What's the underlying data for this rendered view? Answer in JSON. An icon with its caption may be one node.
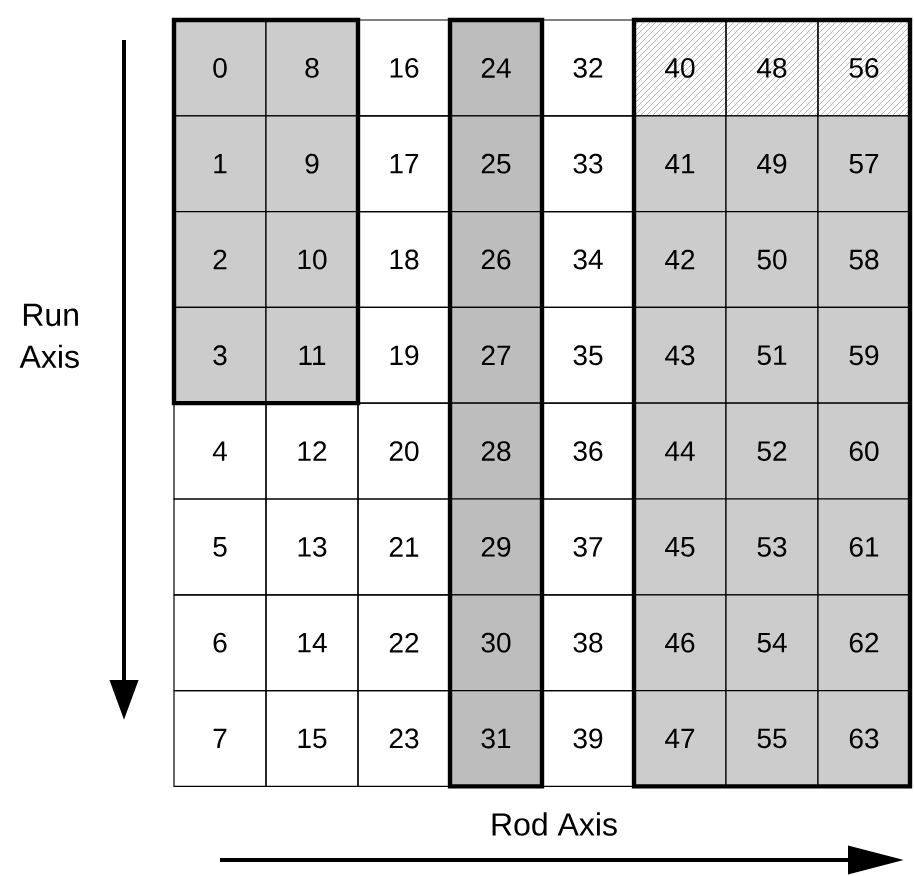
{
  "diagram": {
    "nodes": [
      {
        "text": [],
        "shape": "box"
      },
      {
        "text": [],
        "shape": "box"
      },
      {
        "text": [],
        "shape": "box"
      },
      {
        "text": [
          "0"
        ],
        "in": 0
      },
      {
        "text": [
          "8"
        ],
        "in": 0
      },
      {
        "text": [
          "16"
        ]
      },
      {
        "text": [
          "24"
        ],
        "in": 1
      },
      {
        "text": [
          "32"
        ]
      },
      {
        "text": [
          "40"
        ],
        "in": 2
      },
      {
        "text": [
          "48"
        ],
        "in": 2
      },
      {
        "text": [
          "56"
        ],
        "in": 2
      },
      {
        "text": [
          "1"
        ],
        "in": 0
      },
      {
        "text": [
          "9"
        ],
        "in": 0
      },
      {
        "text": [
          "17"
        ]
      },
      {
        "text": [
          "25"
        ],
        "in": 1
      },
      {
        "text": [
          "33"
        ]
      },
      {
        "text": [
          "41"
        ],
        "in": 2
      },
      {
        "text": [
          "49"
        ],
        "in": 2
      },
      {
        "text": [
          "57"
        ],
        "in": 2
      },
      {
        "text": [
          "2"
        ],
        "in": 0
      },
      {
        "text": [
          "10"
        ],
        "in": 0
      },
      {
        "text": [
          "18"
        ]
      },
      {
        "text": [
          "26"
        ],
        "in": 1
      },
      {
        "text": [
          "34"
        ]
      },
      {
        "text": [
          "42"
        ],
        "in": 2
      },
      {
        "text": [
          "50"
        ],
        "in": 2
      },
      {
        "text": [
          "58"
        ],
        "in": 2
      },
      {
        "text": [
          "3"
        ],
        "in": 0
      },
      {
        "text": [
          "11"
        ],
        "in": 0
      },
      {
        "text": [
          "19"
        ]
      },
      {
        "text": [
          "27"
        ],
        "in": 1
      },
      {
        "text": [
          "35"
        ]
      },
      {
        "text": [
          "43"
        ],
        "in": 2
      },
      {
        "text": [
          "51"
        ],
        "in": 2
      },
      {
        "text": [
          "59"
        ],
        "in": 2
      },
      {
        "text": [
          "4"
        ]
      },
      {
        "text": [
          "12"
        ]
      },
      {
        "text": [
          "20"
        ]
      },
      {
        "text": [
          "28"
        ],
        "in": 1
      },
      {
        "text": [
          "36"
        ]
      },
      {
        "text": [
          "44"
        ],
        "in": 2
      },
      {
        "text": [
          "52"
        ],
        "in": 2
      },
      {
        "text": [
          "60"
        ],
        "in": 2
      },
      {
        "text": [
          "5"
        ]
      },
      {
        "text": [
          "13"
        ]
      },
      {
        "text": [
          "21"
        ]
      },
      {
        "text": [
          "29"
        ],
        "in": 1
      },
      {
        "text": [
          "37"
        ]
      },
      {
        "text": [
          "45"
        ],
        "in": 2
      },
      {
        "text": [
          "53"
        ],
        "in": 2
      },
      {
        "text": [
          "61"
        ],
        "in": 2
      },
      {
        "text": [
          "6"
        ]
      },
      {
        "text": [
          "14"
        ]
      },
      {
        "text": [
          "22"
        ]
      },
      {
        "text": [
          "30"
        ],
        "in": 1
      },
      {
        "text": [
          "38"
        ]
      },
      {
        "text": [
          "46"
        ],
        "in": 2
      },
      {
        "text": [
          "54"
        ],
        "in": 2
      },
      {
        "text": [
          "62"
        ],
        "in": 2
      },
      {
        "text": [
          "7"
        ]
      },
      {
        "text": [
          "15"
        ]
      },
      {
        "text": [
          "23"
        ]
      },
      {
        "text": [
          "31"
        ],
        "in": 1
      },
      {
        "text": [
          "39"
        ]
      },
      {
        "text": [
          "47"
        ],
        "in": 2
      },
      {
        "text": [
          "55"
        ],
        "in": 2
      },
      {
        "text": [
          "63"
        ],
        "in": 2
      }
    ],
    "labels": [
      "Run Axis",
      "Rod Axis"
    ]
  }
}
